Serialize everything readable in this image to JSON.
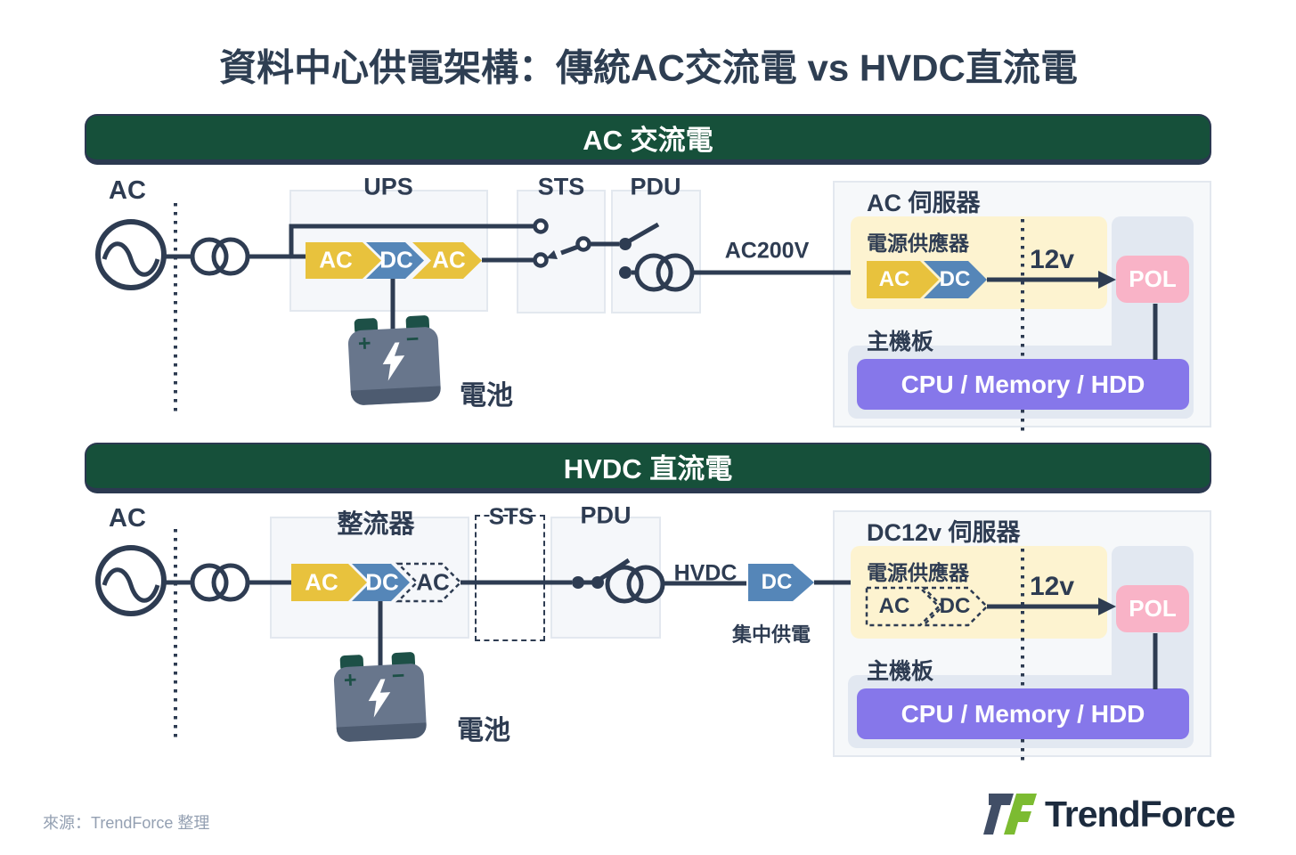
{
  "title": "資料中心供電架構：傳統AC交流電 vs HVDC直流電",
  "ac": {
    "banner": "AC 交流電",
    "source_label": "AC",
    "ups_label": "UPS",
    "sts_label": "STS",
    "pdu_label": "PDU",
    "chevrons": [
      "AC",
      "DC",
      "AC"
    ],
    "battery_label": "電池",
    "output_label": "AC200V",
    "server": {
      "title": "AC 伺服器",
      "psu_label": "電源供應器",
      "psu_chevrons": [
        "AC",
        "DC"
      ],
      "voltage_label": "12v",
      "pol_label": "POL",
      "motherboard_label": "主機板",
      "components_label": "CPU / Memory / HDD"
    }
  },
  "hvdc": {
    "banner": "HVDC 直流電",
    "source_label": "AC",
    "rectifier_label": "整流器",
    "sts_label": "STS",
    "pdu_label": "PDU",
    "chevrons": [
      "AC",
      "DC",
      "AC"
    ],
    "battery_label": "電池",
    "output_label": "HVDC",
    "dc_bus_label": "DC",
    "dc_bus_note": "集中供電",
    "server": {
      "title": "DC12v 伺服器",
      "psu_label": "電源供應器",
      "psu_chevrons": [
        "AC",
        "DC"
      ],
      "voltage_label": "12v",
      "pol_label": "POL",
      "motherboard_label": "主機板",
      "components_label": "CPU / Memory / HDD"
    }
  },
  "battery": {
    "plus": "+",
    "minus": "−"
  },
  "footer": {
    "source_note": "來源：TrendForce 整理",
    "brand": "TrendForce"
  },
  "colors": {
    "navy": "#2e3c52",
    "banner_green": "#16503a",
    "chevron_yellow": "#e8c23d",
    "chevron_blue": "#5586b8",
    "pol_pink": "#f9b3c7",
    "component_purple": "#8677ea",
    "psu_yellow": "#fdf3d0",
    "battery_gray": "#68768c",
    "battery_terminal_green": "#1d5047",
    "logo_green": "#7cbb31",
    "logo_dark": "#414e66"
  }
}
